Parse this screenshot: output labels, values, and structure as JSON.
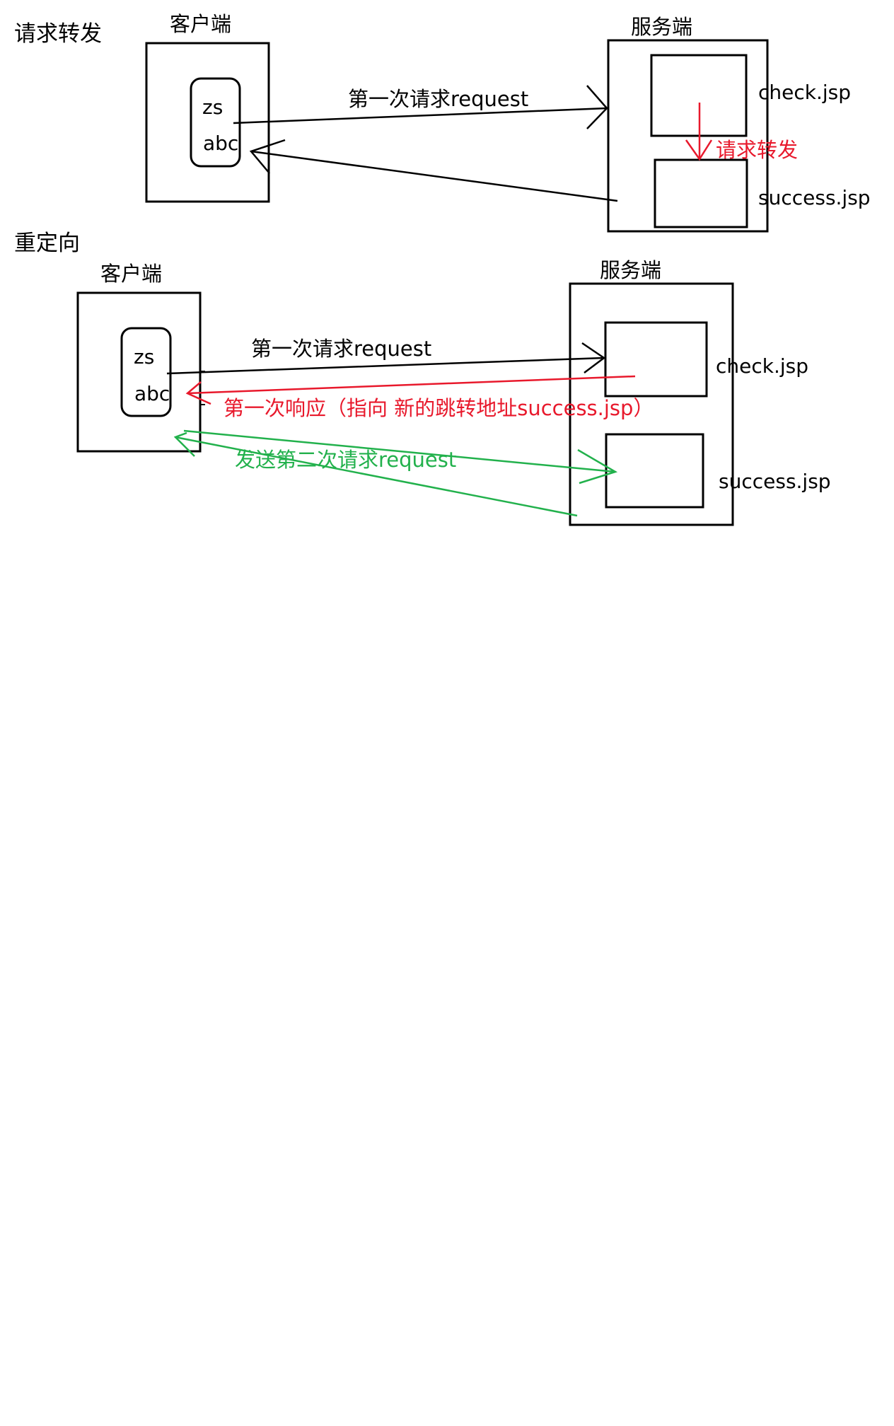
{
  "colors": {
    "ink": "#000000",
    "red": "#e8192c",
    "green": "#22b14c",
    "background": "#ffffff"
  },
  "forward": {
    "heading": "请求转发",
    "client": {
      "label": "客户端",
      "fields": [
        "zs",
        "abc"
      ]
    },
    "server": {
      "label": "服务端",
      "page_check": "check.jsp",
      "page_success": "success.jsp"
    },
    "request_label": "第一次请求request",
    "forward_label": "请求转发"
  },
  "redirect": {
    "heading": "重定向",
    "client": {
      "label": "客户端",
      "fields": [
        "zs",
        "abc"
      ]
    },
    "server": {
      "label": "服务端",
      "page_check": "check.jsp",
      "page_success": "success.jsp"
    },
    "request_label": "第一次请求request",
    "response_label": "第一次响应（指向 新的跳转地址success.jsp）",
    "second_request_label": "发送第二次请求request"
  }
}
